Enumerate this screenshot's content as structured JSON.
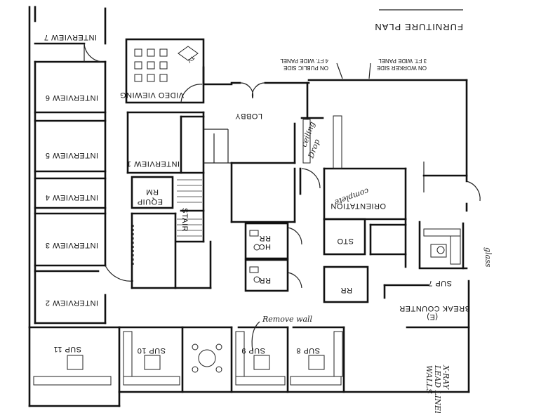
{
  "title": "FURNITURE PLAN",
  "notes": {
    "public_panel": "4 FT. WIDE PANEL ON PUBLIC SIDE",
    "public_panel_l1": "4 FT. WIDE PANEL",
    "public_panel_l2": "ON PUBLIC SIDE",
    "worker_panel_l1": "3 FT. WIDE PANEL",
    "worker_panel_l2": "ON WORKER SIDE"
  },
  "rooms": {
    "interview7": "INTERVIEW 7",
    "interview6": "INTERVIEW 6",
    "interview5": "INTERVIEW 5",
    "interview4": "INTERVIEW 4",
    "interview3": "INTERVIEW 3",
    "interview2": "INTERVIEW 2",
    "interview1": "INTERVIEW 1",
    "video_viewing": "VIDEO VIEWING",
    "lobby": "LOBBY",
    "equip_rm_l1": "EQUIP",
    "equip_rm_l2": "RM",
    "stair": "STAIR",
    "orientation": "ORIENTATION",
    "hc_rr_l1": "HC",
    "hc_rr_l2": "RR",
    "rr_left": "RR",
    "rr_right": "RR",
    "sto": "STO",
    "sup7": "SUP 7",
    "break_counter_l1": "BREAK COUNTER",
    "break_counter_l2": "(E)",
    "sup8": "SUP 8",
    "sup9": "SUP 9",
    "sup10": "SUP 10",
    "sup11": "SUP 11",
    "tv": "TV"
  },
  "handwritten": {
    "remove_wall": "Remove wall",
    "drop_ceiling_l1": "Drop",
    "drop_ceiling_l2": "ceiling",
    "complete": "complete",
    "glass": "glass",
    "x_ray_l1": "X-RAY",
    "x_ray_l2": "LEAD LINED",
    "x_ray_l3": "WALLS"
  }
}
